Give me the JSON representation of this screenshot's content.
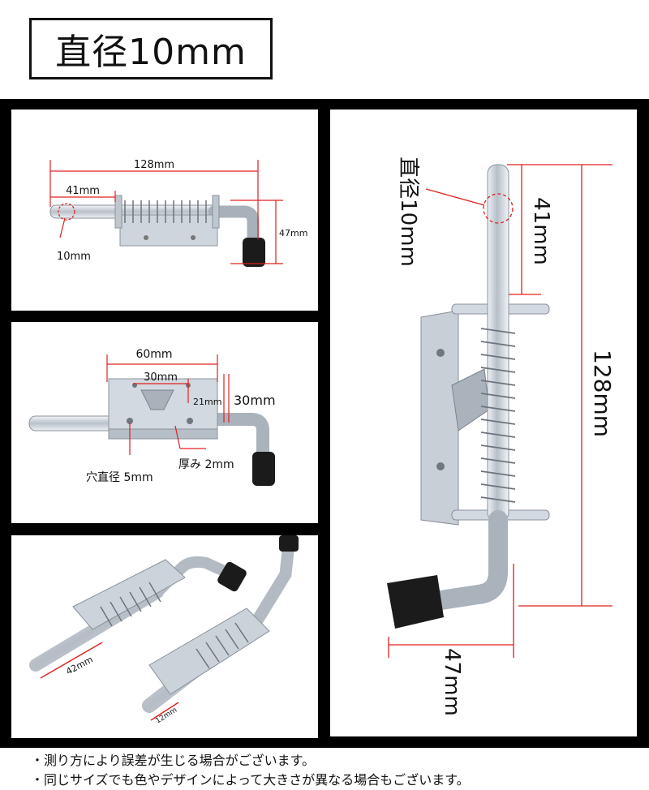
{
  "title": "直径10mm",
  "panel1": {
    "total_length": "128mm",
    "pin_length": "41mm",
    "height": "47mm",
    "diameter": "10mm"
  },
  "panel2": {
    "plate_length": "60mm",
    "hole_spacing": "30mm",
    "inner_height": "21mm",
    "outer_height": "30mm",
    "hole_diameter": "穴直径 5mm",
    "thickness": "厚み 2mm"
  },
  "panel3": {
    "pin_length": "42mm",
    "pin_diameter": "12mm"
  },
  "panel4": {
    "diameter": "直径10mm",
    "pin_length": "41mm",
    "total_length": "128mm",
    "height": "47mm"
  },
  "notes": [
    "・測り方により誤差が生じる場合がございます。",
    "・同じサイズでも色やデザインによって大きさが異なる場合もございます。"
  ],
  "colors": {
    "dimension": "#e0201e",
    "frame": "#000000"
  }
}
